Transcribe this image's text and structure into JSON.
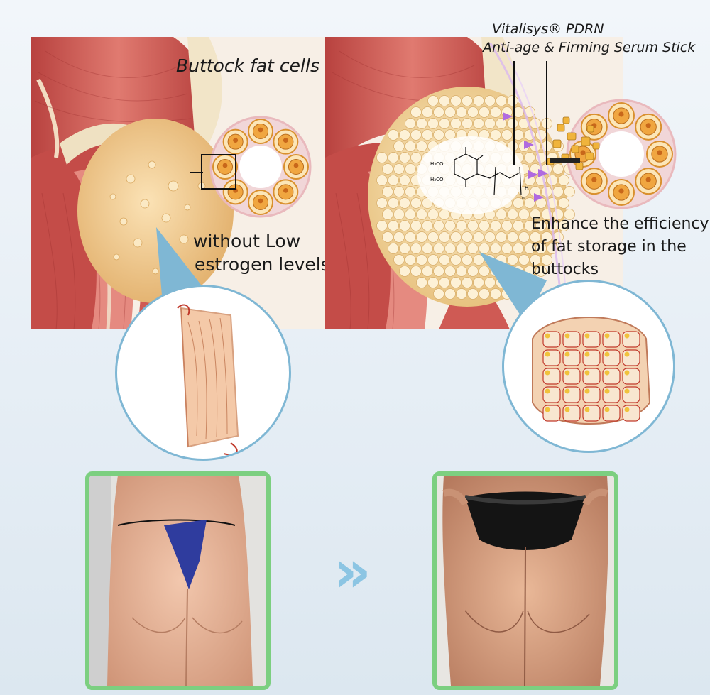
{
  "left_panel": {
    "title": "Buttock fat cells",
    "caption_line1": "without Low",
    "caption_line2": "estrogen levels"
  },
  "right_panel": {
    "product_line1": "Vitalisys® PDRN",
    "product_line2": "Anti-age & Firming Serum Stick",
    "caption_line1": "Enhance the efficiency",
    "caption_line2": "of fat storage in the",
    "caption_line3": "buttocks"
  },
  "chem": {
    "h3co_1": "H₃CO",
    "h3co_2": "H₃CO",
    "h": "H",
    "n": "n"
  },
  "arrow_glyph": "»",
  "colors": {
    "muscle": "#c9544f",
    "fat": "#f0c98f",
    "frame_green": "#7ccf80",
    "callout_blue": "#7fb7d4",
    "arrow_blue": "#8cc5e3",
    "purple_arrow": "#b06ae0"
  }
}
